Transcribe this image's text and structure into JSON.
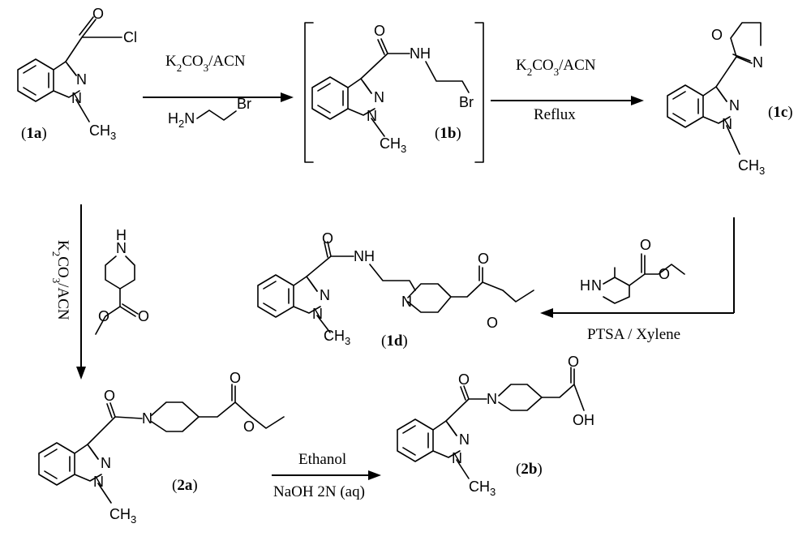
{
  "atoms": {
    "O": "O",
    "Cl": "Cl",
    "N": "N",
    "NH": "NH",
    "H": "H",
    "Br": "Br",
    "OH": "OH",
    "H2N_H": "H",
    "H2N_2": "2",
    "H2N_N": "N",
    "CH": "CH",
    "three": "3"
  },
  "compounds": {
    "c1a": "1a",
    "c1b": "1b",
    "c1c": "1c",
    "c1d": "1d",
    "c2a": "2a",
    "c2b": "2b"
  },
  "conditions": {
    "k": "K",
    "sub2": "2",
    "co": "CO",
    "sub3": "3",
    "acn": "/ACN",
    "reflux": "Reflux",
    "ptsa": "PTSA / Xylene",
    "ethanol": "Ethanol",
    "naoh": "NaOH 2N (aq)"
  },
  "paren_open": "(",
  "paren_close": ")"
}
